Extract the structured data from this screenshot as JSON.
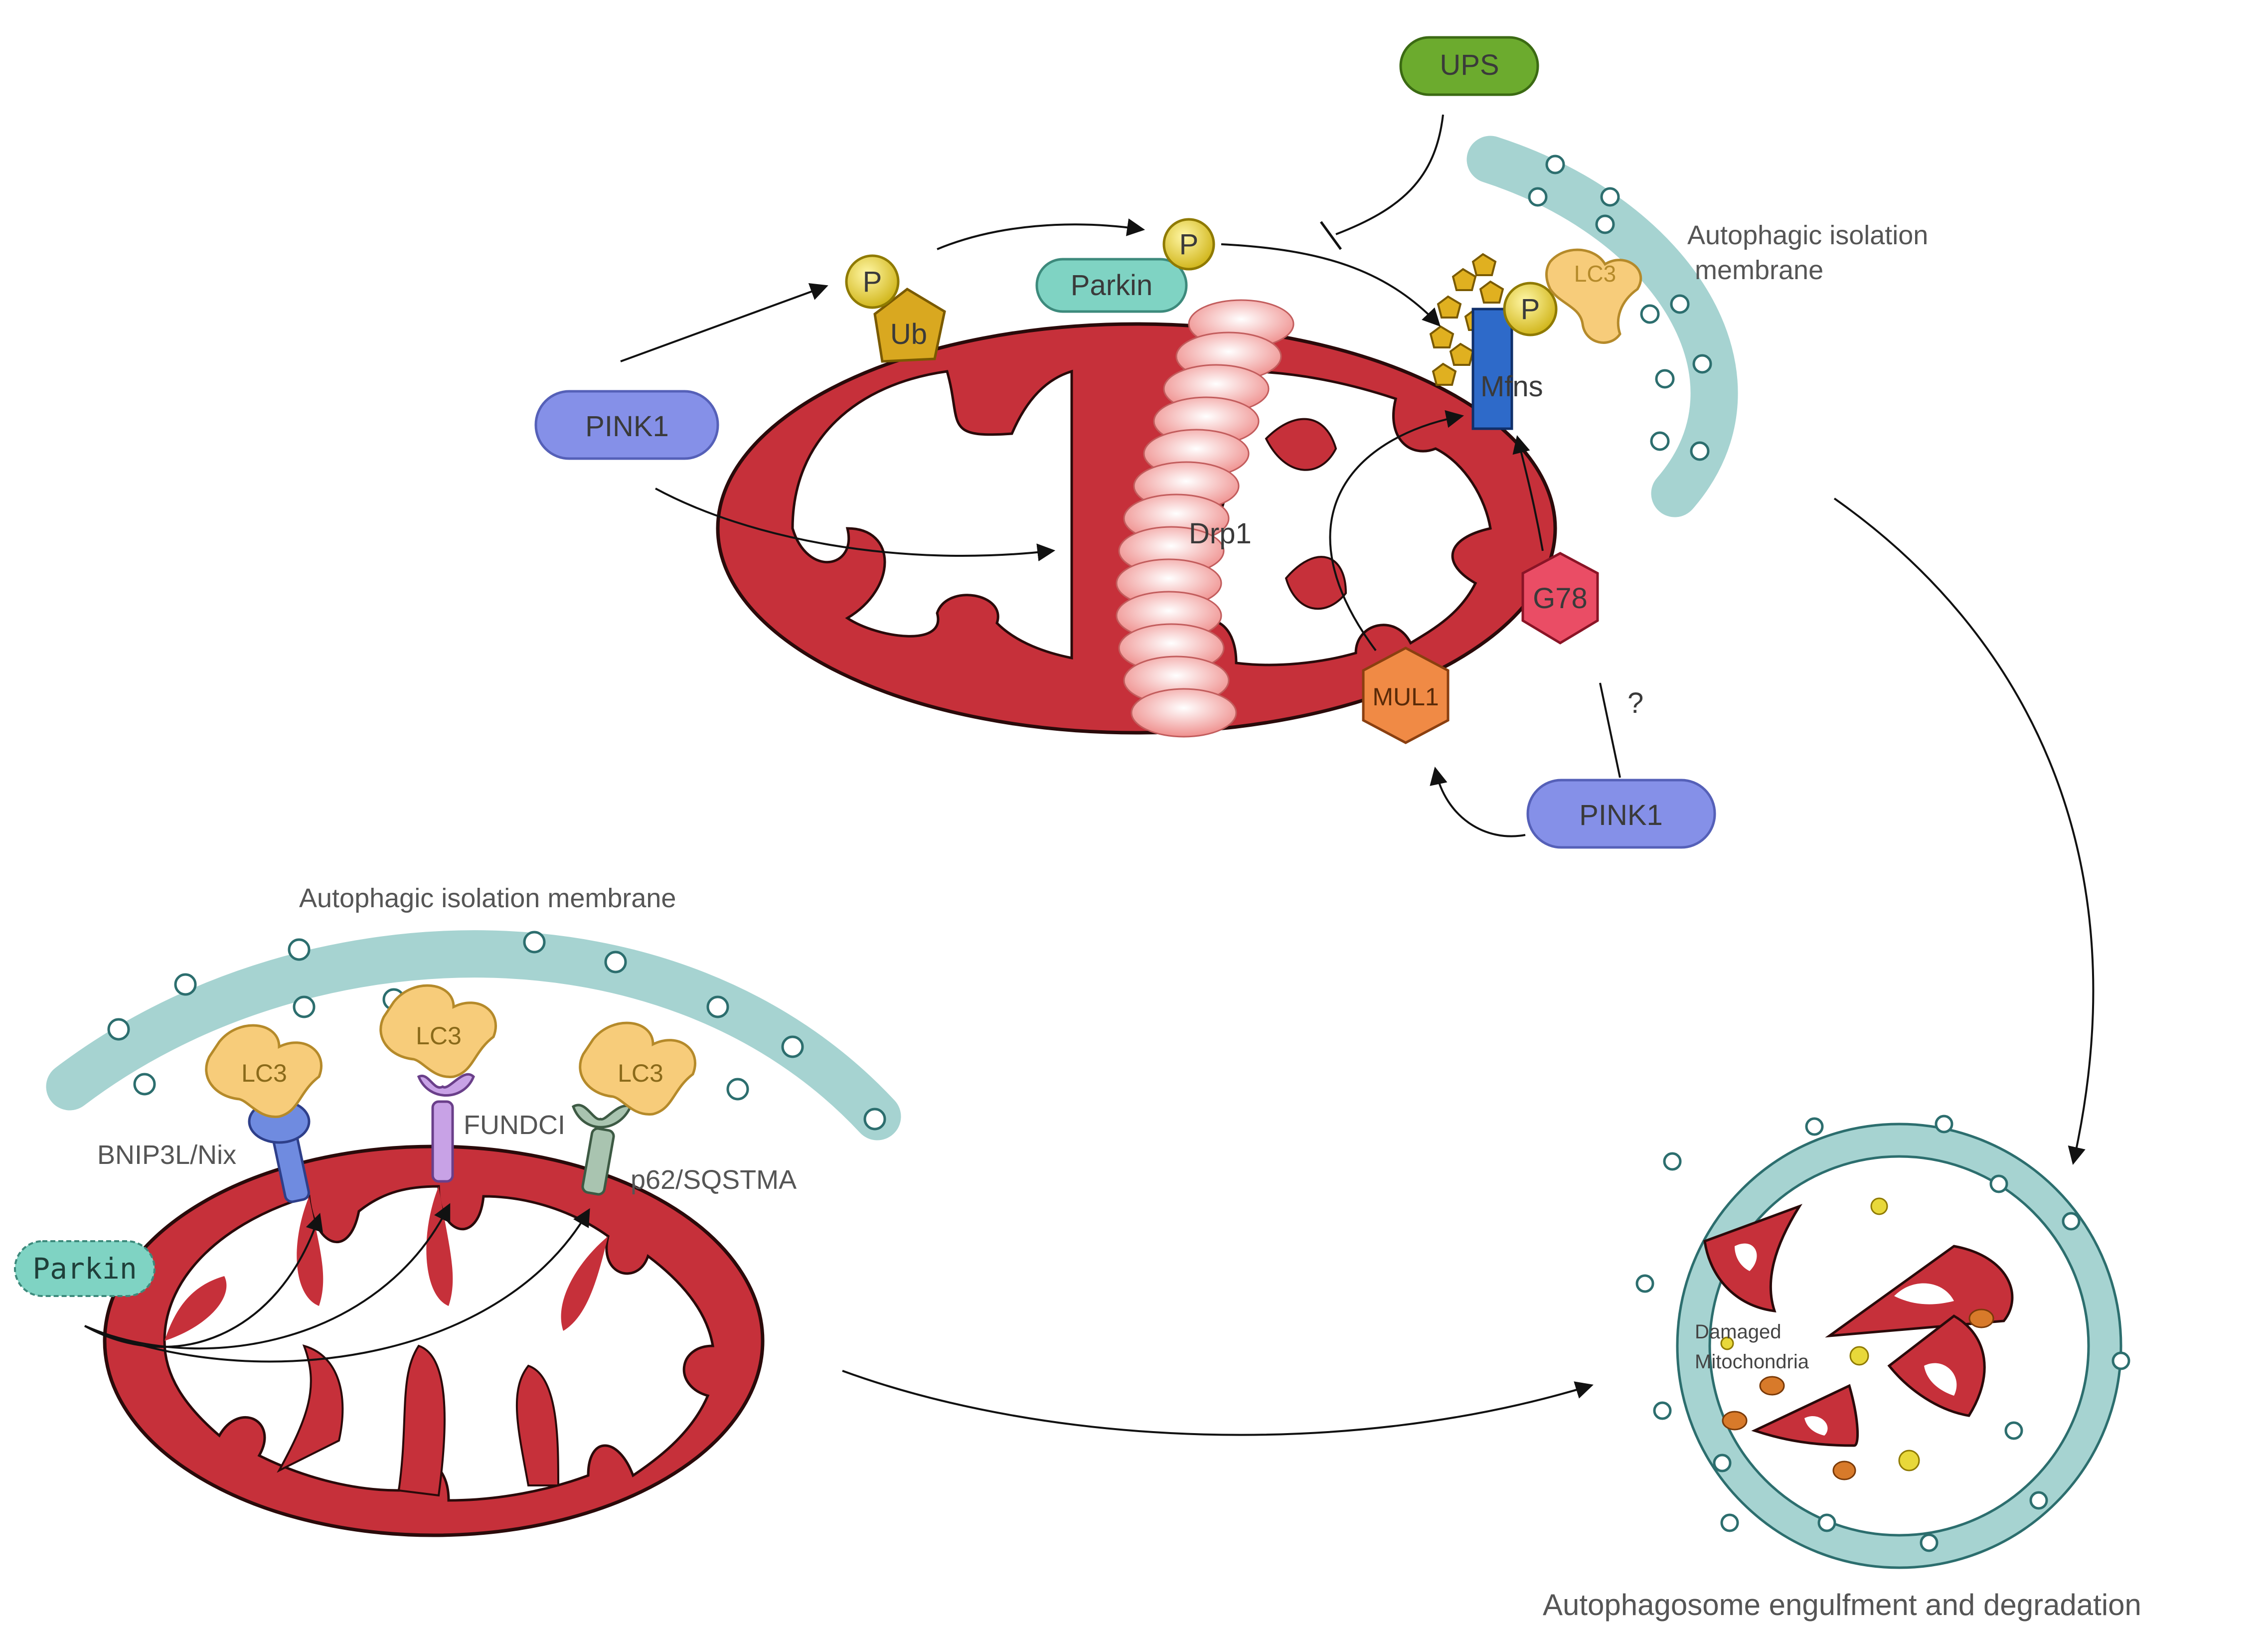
{
  "labels": {
    "ups": "UPS",
    "pink1_top": "PINK1",
    "pink1_bottom": "PINK1",
    "parkin_top": "Parkin",
    "parkin_left": "Parkin",
    "ub": "Ub",
    "p1": "P",
    "p2": "P",
    "p3": "P",
    "lc3_top": "LC3",
    "lc3_a": "LC3",
    "lc3_b": "LC3",
    "lc3_c": "LC3",
    "mfns": "Mfns",
    "drp1": "Drp1",
    "g78": "G78",
    "mul1": "MUL1",
    "question": "?",
    "autophagic_top_1": "Autophagic isolation",
    "autophagic_top_2": "membrane",
    "autophagic_bottom": "Autophagic isolation membrane",
    "bnip3l": "BNIP3L/Nix",
    "fundci": "FUNDCI",
    "p62": "p62/SQSTMA",
    "damaged_1": "Damaged",
    "damaged_2": "Mitochondria",
    "engulfment": "Autophagosome engulfment and degradation"
  },
  "colors": {
    "mito_red": "#c6303a",
    "mito_outline": "#2a0a0a",
    "membrane": "#a6d3d1",
    "pink1": "#8590e8",
    "ups": "#6cab2e",
    "parkin": "#7fd3c3",
    "ub": "#d9a820",
    "phos": "#e8d83a",
    "lc3": "#f7cc7a",
    "mfns": "#2e6ac9",
    "g78": "#ea4d65",
    "mul1": "#f08a45",
    "bnip3l": "#6f8be0",
    "fundci": "#c8a2e6",
    "p62": "#a9c4b0",
    "drp1": "#f2aaa8"
  }
}
